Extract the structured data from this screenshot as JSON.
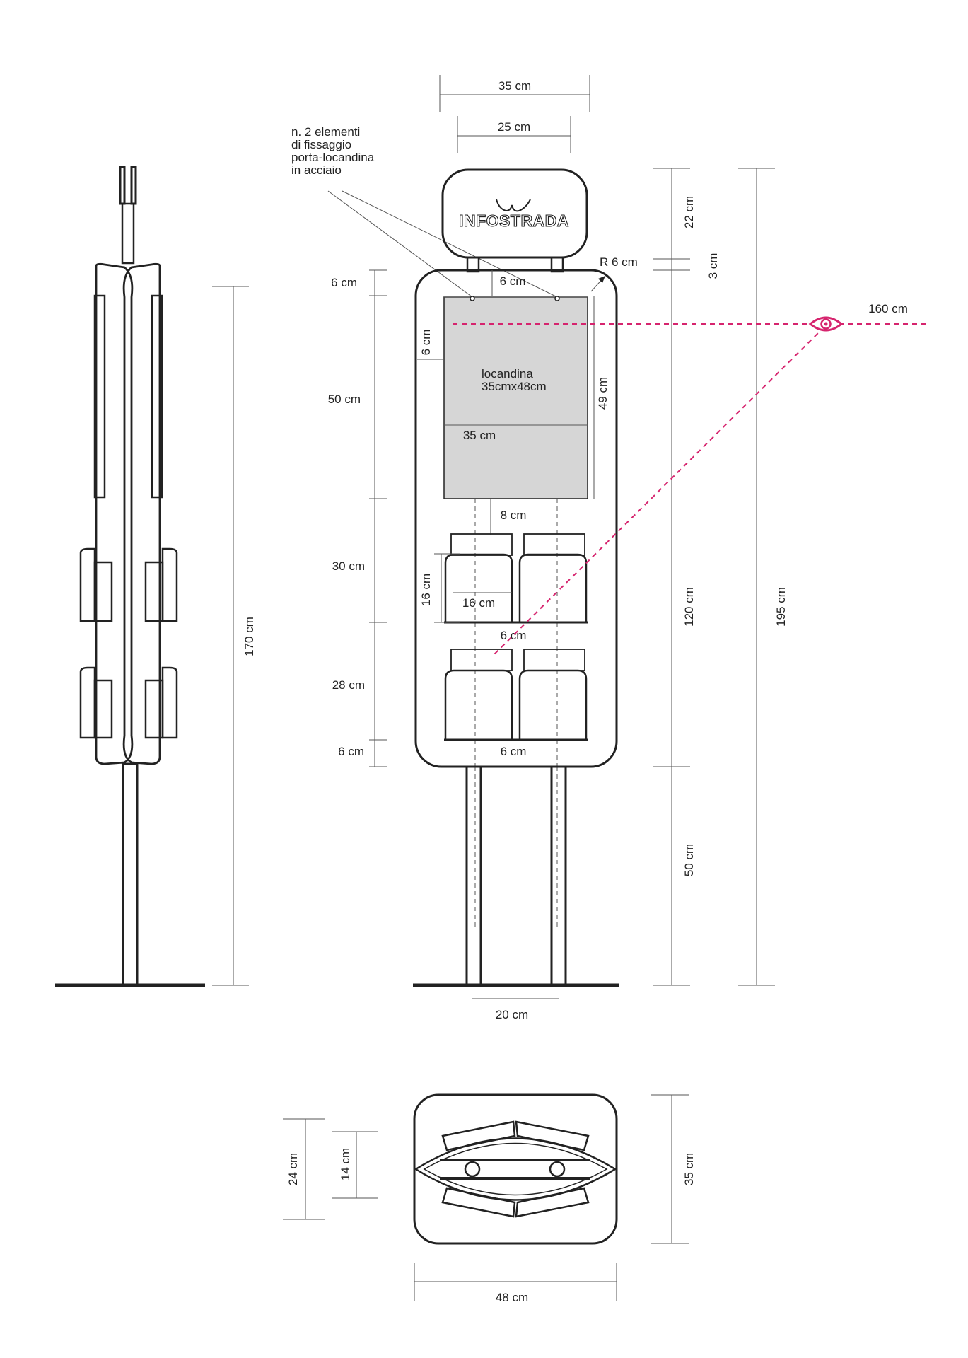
{
  "colors": {
    "ink": "#222222",
    "poster": "#d6d6d6",
    "sightline": "#d6246e",
    "eye": "#d6246e"
  },
  "icons": {
    "eye": "eye-icon",
    "brand_logo": "infostrada-logo"
  },
  "logo": {
    "text": "INFOSTRADA"
  },
  "callout": {
    "line1": "n. 2 elementi",
    "line2": "di fissaggio",
    "line3": "porta-locandina",
    "line4": "in acciaio"
  },
  "poster": {
    "line1": "locandina",
    "line2": "35cmx48cm"
  },
  "dimensions": {
    "top_width_35": "35 cm",
    "top_width_25": "25 cm",
    "radius": "R 6 cm",
    "inner_top_6": "6 cm",
    "left_top_6": "6 cm",
    "left_50": "50 cm",
    "left_30": "30 cm",
    "left_28": "28 cm",
    "left_bottom_6": "6 cm",
    "poster_side_6": "6 cm",
    "poster_height_49": "49 cm",
    "poster_width_35": "35 cm",
    "gap_8": "8 cm",
    "pocket_height_16": "16 cm",
    "pocket_width_16": "16 cm",
    "pocket_gap_6": "6 cm",
    "inner_bottom_6": "6 cm",
    "base_20": "20 cm",
    "right_22": "22 cm",
    "right_3": "3 cm",
    "right_120": "120 cm",
    "right_50": "50 cm",
    "right_195": "195 cm",
    "eye_160": "160 cm",
    "side_170": "170 cm",
    "plan_24": "24 cm",
    "plan_14": "14 cm",
    "plan_35": "35 cm",
    "plan_48": "48 cm"
  }
}
